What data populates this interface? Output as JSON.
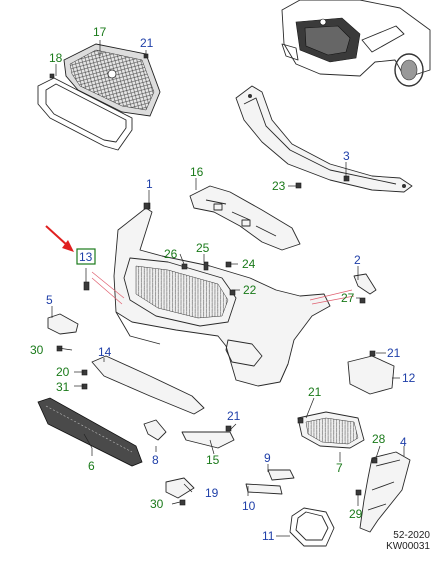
{
  "callouts": [
    {
      "id": "c1",
      "text": "1",
      "color": "blue"
    },
    {
      "id": "c2",
      "text": "2",
      "color": "blue"
    },
    {
      "id": "c3",
      "text": "3",
      "color": "blue"
    },
    {
      "id": "c4",
      "text": "4",
      "color": "blue"
    },
    {
      "id": "c5",
      "text": "5",
      "color": "blue"
    },
    {
      "id": "c6",
      "text": "6",
      "color": "green"
    },
    {
      "id": "c7",
      "text": "7",
      "color": "green"
    },
    {
      "id": "c8",
      "text": "8",
      "color": "blue"
    },
    {
      "id": "c9",
      "text": "9",
      "color": "blue"
    },
    {
      "id": "c10",
      "text": "10",
      "color": "blue"
    },
    {
      "id": "c11",
      "text": "11",
      "color": "blue"
    },
    {
      "id": "c12",
      "text": "12",
      "color": "blue"
    },
    {
      "id": "c13",
      "text": "13",
      "color": "blue"
    },
    {
      "id": "c14",
      "text": "14",
      "color": "blue"
    },
    {
      "id": "c15",
      "text": "15",
      "color": "green"
    },
    {
      "id": "c16",
      "text": "16",
      "color": "green"
    },
    {
      "id": "c17",
      "text": "17",
      "color": "green"
    },
    {
      "id": "c18",
      "text": "18",
      "color": "green"
    },
    {
      "id": "c19",
      "text": "19",
      "color": "blue"
    },
    {
      "id": "c20",
      "text": "20",
      "color": "green"
    },
    {
      "id": "c21a",
      "text": "21",
      "color": "blue"
    },
    {
      "id": "c21b",
      "text": "21",
      "color": "blue"
    },
    {
      "id": "c21c",
      "text": "21",
      "color": "green"
    },
    {
      "id": "c21d",
      "text": "21",
      "color": "blue"
    },
    {
      "id": "c22",
      "text": "22",
      "color": "green"
    },
    {
      "id": "c23",
      "text": "23",
      "color": "green"
    },
    {
      "id": "c24",
      "text": "24",
      "color": "green"
    },
    {
      "id": "c25",
      "text": "25",
      "color": "green"
    },
    {
      "id": "c26",
      "text": "26",
      "color": "green"
    },
    {
      "id": "c27",
      "text": "27",
      "color": "green"
    },
    {
      "id": "c28",
      "text": "28",
      "color": "green"
    },
    {
      "id": "c29",
      "text": "29",
      "color": "green"
    },
    {
      "id": "c30a",
      "text": "30",
      "color": "green"
    },
    {
      "id": "c30b",
      "text": "30",
      "color": "green"
    },
    {
      "id": "c31",
      "text": "31",
      "color": "green"
    }
  ],
  "colors": {
    "blue": "#1f3fa8",
    "green": "#1a7a1a",
    "highlight_box": "#1a7a1a",
    "arrow": "#e02020"
  },
  "footer": {
    "line1": "52-2020",
    "line2": "KW00031"
  }
}
